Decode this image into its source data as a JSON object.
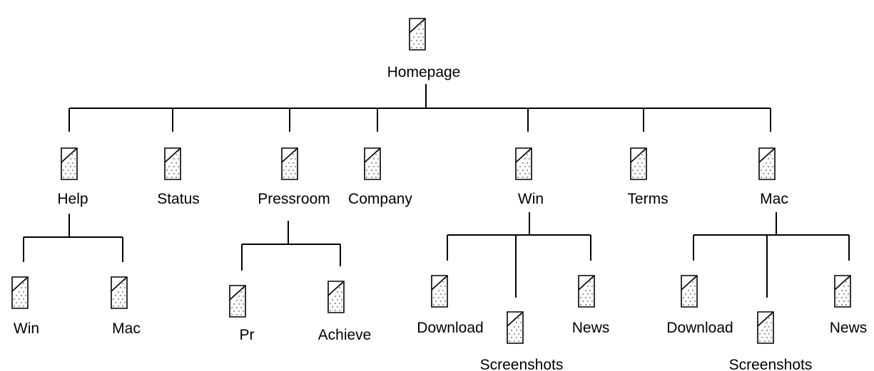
{
  "diagram": {
    "type": "site-map-tree",
    "icon": "page-document-icon",
    "colors": {
      "line": "#000000",
      "background": "#ffffff",
      "icon_fill": "#ffffff"
    },
    "nodes": {
      "homepage": {
        "label": "Homepage"
      },
      "help": {
        "label": "Help"
      },
      "help_win": {
        "label": "Win"
      },
      "help_mac": {
        "label": "Mac"
      },
      "status": {
        "label": "Status"
      },
      "pressroom": {
        "label": "Pressroom"
      },
      "pressroom_pr": {
        "label": "Pr"
      },
      "pressroom_achieve": {
        "label": "Achieve"
      },
      "company": {
        "label": "Company"
      },
      "win": {
        "label": "Win"
      },
      "win_download": {
        "label": "Download"
      },
      "win_screenshots": {
        "label": "Screenshots"
      },
      "win_news": {
        "label": "News"
      },
      "terms": {
        "label": "Terms"
      },
      "mac": {
        "label": "Mac"
      },
      "mac_download": {
        "label": "Download"
      },
      "mac_screenshots": {
        "label": "Screenshots"
      },
      "mac_news": {
        "label": "News"
      }
    },
    "edges": [
      [
        "homepage",
        "help"
      ],
      [
        "homepage",
        "status"
      ],
      [
        "homepage",
        "pressroom"
      ],
      [
        "homepage",
        "company"
      ],
      [
        "homepage",
        "win"
      ],
      [
        "homepage",
        "terms"
      ],
      [
        "homepage",
        "mac"
      ],
      [
        "help",
        "help_win"
      ],
      [
        "help",
        "help_mac"
      ],
      [
        "pressroom",
        "pressroom_pr"
      ],
      [
        "pressroom",
        "pressroom_achieve"
      ],
      [
        "win",
        "win_download"
      ],
      [
        "win",
        "win_screenshots"
      ],
      [
        "win",
        "win_news"
      ],
      [
        "mac",
        "mac_download"
      ],
      [
        "mac",
        "mac_screenshots"
      ],
      [
        "mac",
        "mac_news"
      ]
    ]
  }
}
